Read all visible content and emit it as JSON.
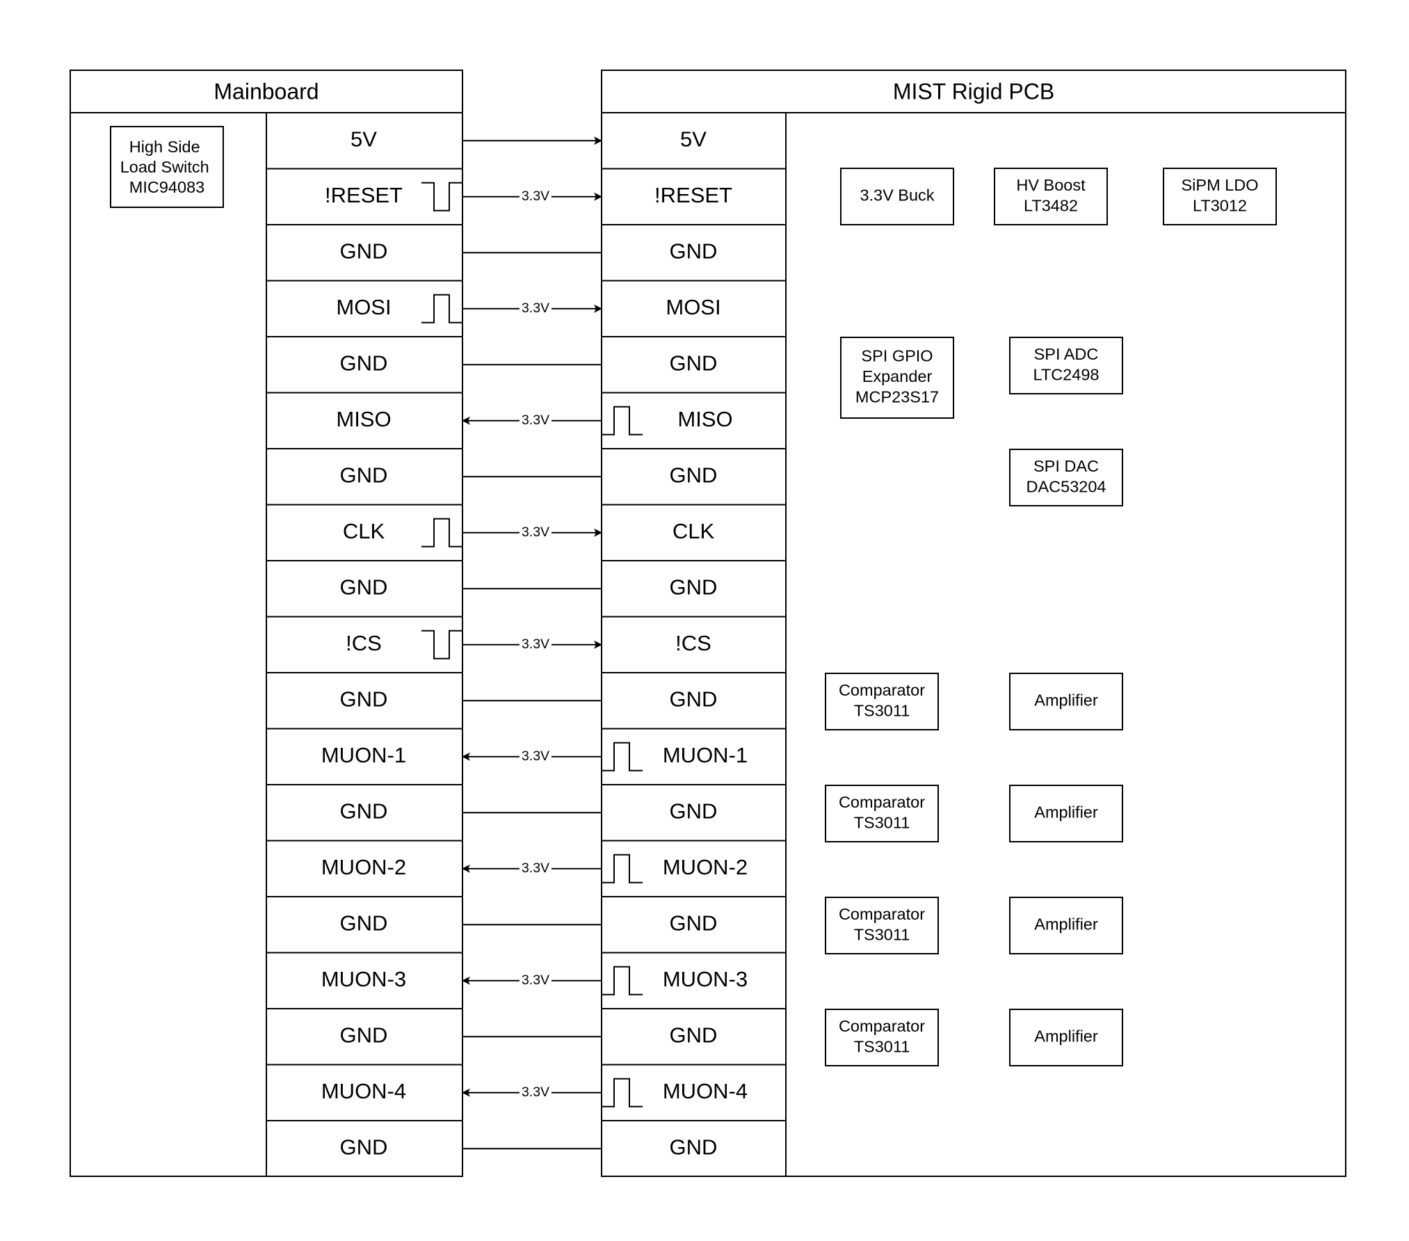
{
  "mainboard": {
    "title": "Mainboard",
    "component_lines": [
      "High Side",
      "Load Switch",
      "MIC94083"
    ]
  },
  "mist": {
    "title": "MIST Rigid PCB"
  },
  "voltage_label": "3.3V",
  "signals": [
    {
      "main": "5V",
      "mist": "5V",
      "dir": "right",
      "voltage": false,
      "pulse": null
    },
    {
      "main": "!RESET",
      "mist": "!RESET",
      "dir": "right",
      "voltage": true,
      "pulse": "low-main"
    },
    {
      "main": "GND",
      "mist": "GND",
      "dir": "none",
      "voltage": false,
      "pulse": null
    },
    {
      "main": "MOSI",
      "mist": "MOSI",
      "dir": "right",
      "voltage": true,
      "pulse": "high-main"
    },
    {
      "main": "GND",
      "mist": "GND",
      "dir": "none",
      "voltage": false,
      "pulse": null
    },
    {
      "main": "MISO",
      "mist": "MISO",
      "dir": "left",
      "voltage": true,
      "pulse": "high-mist"
    },
    {
      "main": "GND",
      "mist": "GND",
      "dir": "none",
      "voltage": false,
      "pulse": null
    },
    {
      "main": "CLK",
      "mist": "CLK",
      "dir": "right",
      "voltage": true,
      "pulse": "high-main"
    },
    {
      "main": "GND",
      "mist": "GND",
      "dir": "none",
      "voltage": false,
      "pulse": null
    },
    {
      "main": "!CS",
      "mist": "!CS",
      "dir": "right",
      "voltage": true,
      "pulse": "low-main"
    },
    {
      "main": "GND",
      "mist": "GND",
      "dir": "none",
      "voltage": false,
      "pulse": null
    },
    {
      "main": "MUON-1",
      "mist": "MUON-1",
      "dir": "left",
      "voltage": true,
      "pulse": "high-mist"
    },
    {
      "main": "GND",
      "mist": "GND",
      "dir": "none",
      "voltage": false,
      "pulse": null
    },
    {
      "main": "MUON-2",
      "mist": "MUON-2",
      "dir": "left",
      "voltage": true,
      "pulse": "high-mist"
    },
    {
      "main": "GND",
      "mist": "GND",
      "dir": "none",
      "voltage": false,
      "pulse": null
    },
    {
      "main": "MUON-3",
      "mist": "MUON-3",
      "dir": "left",
      "voltage": true,
      "pulse": "high-mist"
    },
    {
      "main": "GND",
      "mist": "GND",
      "dir": "none",
      "voltage": false,
      "pulse": null
    },
    {
      "main": "MUON-4",
      "mist": "MUON-4",
      "dir": "left",
      "voltage": true,
      "pulse": "high-mist"
    },
    {
      "main": "GND",
      "mist": "GND",
      "dir": "none",
      "voltage": false,
      "pulse": null
    }
  ],
  "components": [
    {
      "id": "buck",
      "lines": [
        "3.3V Buck"
      ]
    },
    {
      "id": "hv-boost",
      "lines": [
        "HV Boost",
        "LT3482"
      ]
    },
    {
      "id": "sipm-ldo",
      "lines": [
        "SiPM LDO",
        "LT3012"
      ]
    },
    {
      "id": "gpio-expander",
      "lines": [
        "SPI GPIO",
        "Expander",
        "MCP23S17"
      ]
    },
    {
      "id": "spi-adc",
      "lines": [
        "SPI ADC",
        "LTC2498"
      ]
    },
    {
      "id": "spi-dac",
      "lines": [
        "SPI DAC",
        "DAC53204"
      ]
    },
    {
      "id": "comparator-1",
      "lines": [
        "Comparator",
        "TS3011"
      ]
    },
    {
      "id": "amplifier-1",
      "lines": [
        "Amplifier"
      ]
    },
    {
      "id": "comparator-2",
      "lines": [
        "Comparator",
        "TS3011"
      ]
    },
    {
      "id": "amplifier-2",
      "lines": [
        "Amplifier"
      ]
    },
    {
      "id": "comparator-3",
      "lines": [
        "Comparator",
        "TS3011"
      ]
    },
    {
      "id": "amplifier-3",
      "lines": [
        "Amplifier"
      ]
    },
    {
      "id": "comparator-4",
      "lines": [
        "Comparator",
        "TS3011"
      ]
    },
    {
      "id": "amplifier-4",
      "lines": [
        "Amplifier"
      ]
    }
  ]
}
